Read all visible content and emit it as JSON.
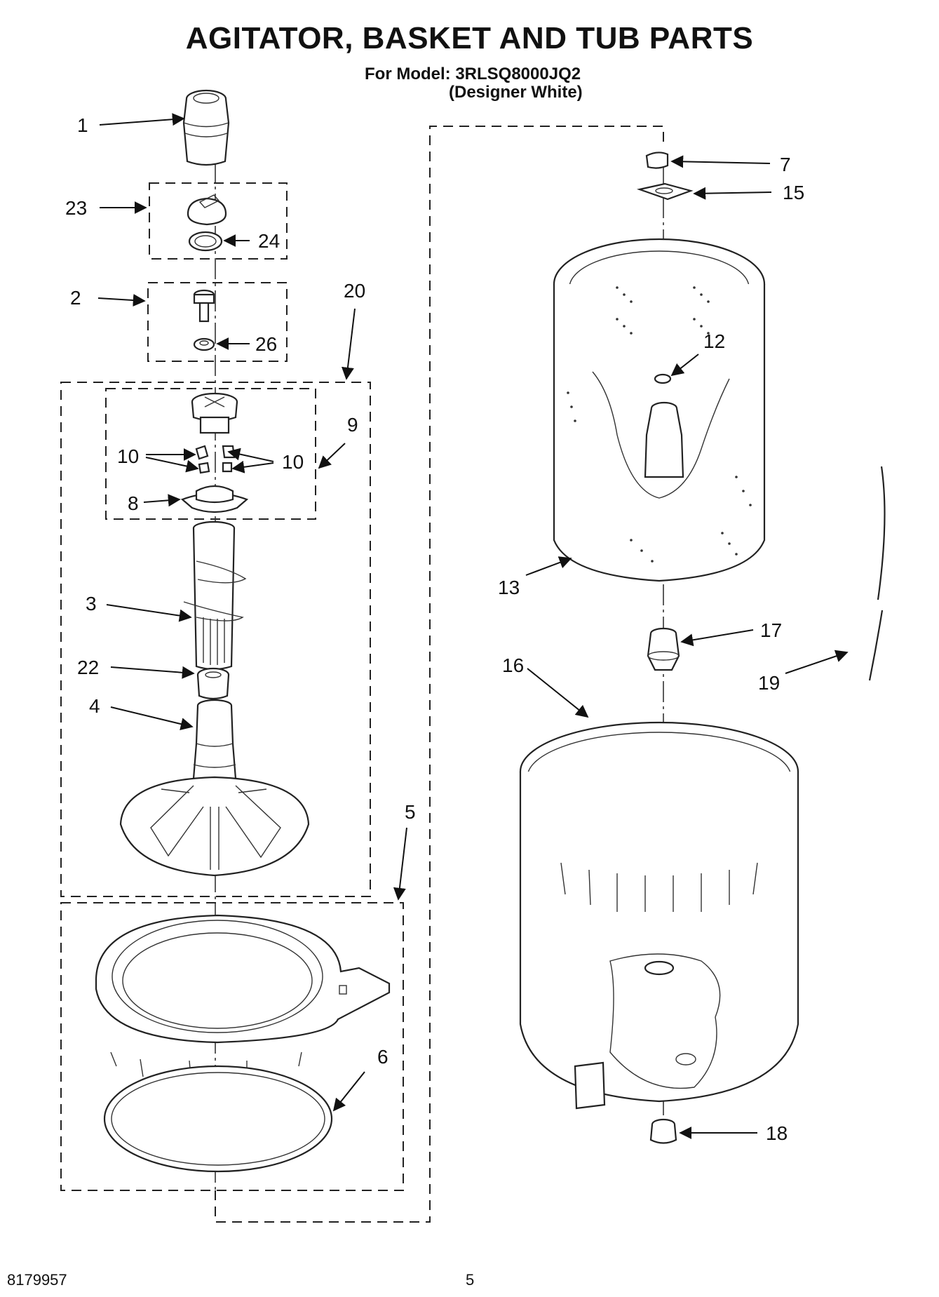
{
  "header": {
    "title": "AGITATOR, BASKET AND TUB PARTS",
    "model_line": "For Model: 3RLSQ8000JQ2",
    "color_line": "(Designer White)"
  },
  "callouts": {
    "c1": "1",
    "c2": "2",
    "c3": "3",
    "c4": "4",
    "c5": "5",
    "c6": "6",
    "c7": "7",
    "c8": "8",
    "c9": "9",
    "c10a": "10",
    "c10b": "10",
    "c12": "12",
    "c13": "13",
    "c15": "15",
    "c16": "16",
    "c17": "17",
    "c18": "18",
    "c19": "19",
    "c20": "20",
    "c22": "22",
    "c23": "23",
    "c24": "24",
    "c26": "26"
  },
  "footer": {
    "doc_number": "8179957",
    "page_number": "5"
  }
}
